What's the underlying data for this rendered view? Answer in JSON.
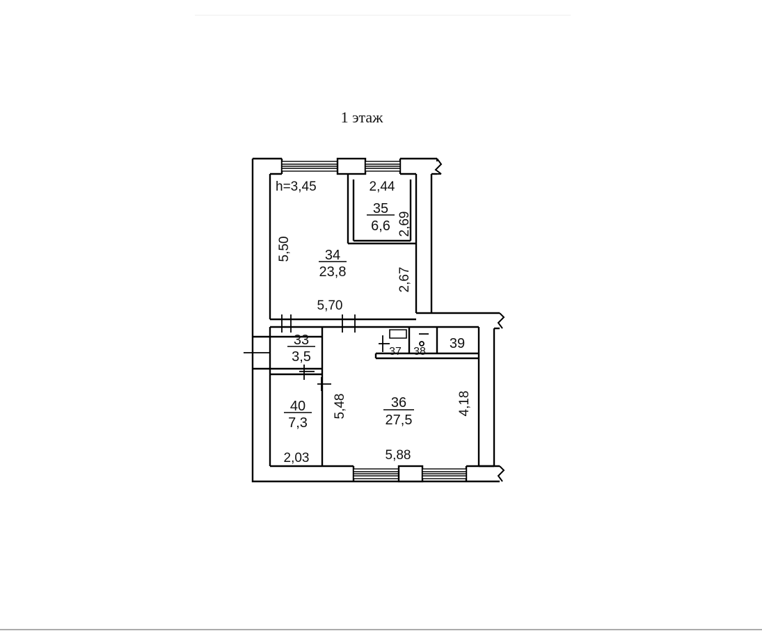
{
  "title": "1 этаж",
  "ceiling_height": "h=3,45",
  "rooms": {
    "r33": {
      "number": "33",
      "area": "3,5"
    },
    "r34": {
      "number": "34",
      "area": "23,8"
    },
    "r35": {
      "number": "35",
      "area": "6,6"
    },
    "r36": {
      "number": "36",
      "area": "27,5"
    },
    "r37": {
      "number": "37"
    },
    "r38": {
      "number": "38"
    },
    "r39": {
      "number": "39"
    },
    "r40": {
      "number": "40",
      "area": "7,3"
    }
  },
  "dimensions": {
    "d_550": "5,50",
    "d_570": "5,70",
    "d_244": "2,44",
    "d_269": "2,69",
    "d_267": "2,67",
    "d_548": "5,48",
    "d_418": "4,18",
    "d_588": "5,88",
    "d_203": "2,03"
  }
}
